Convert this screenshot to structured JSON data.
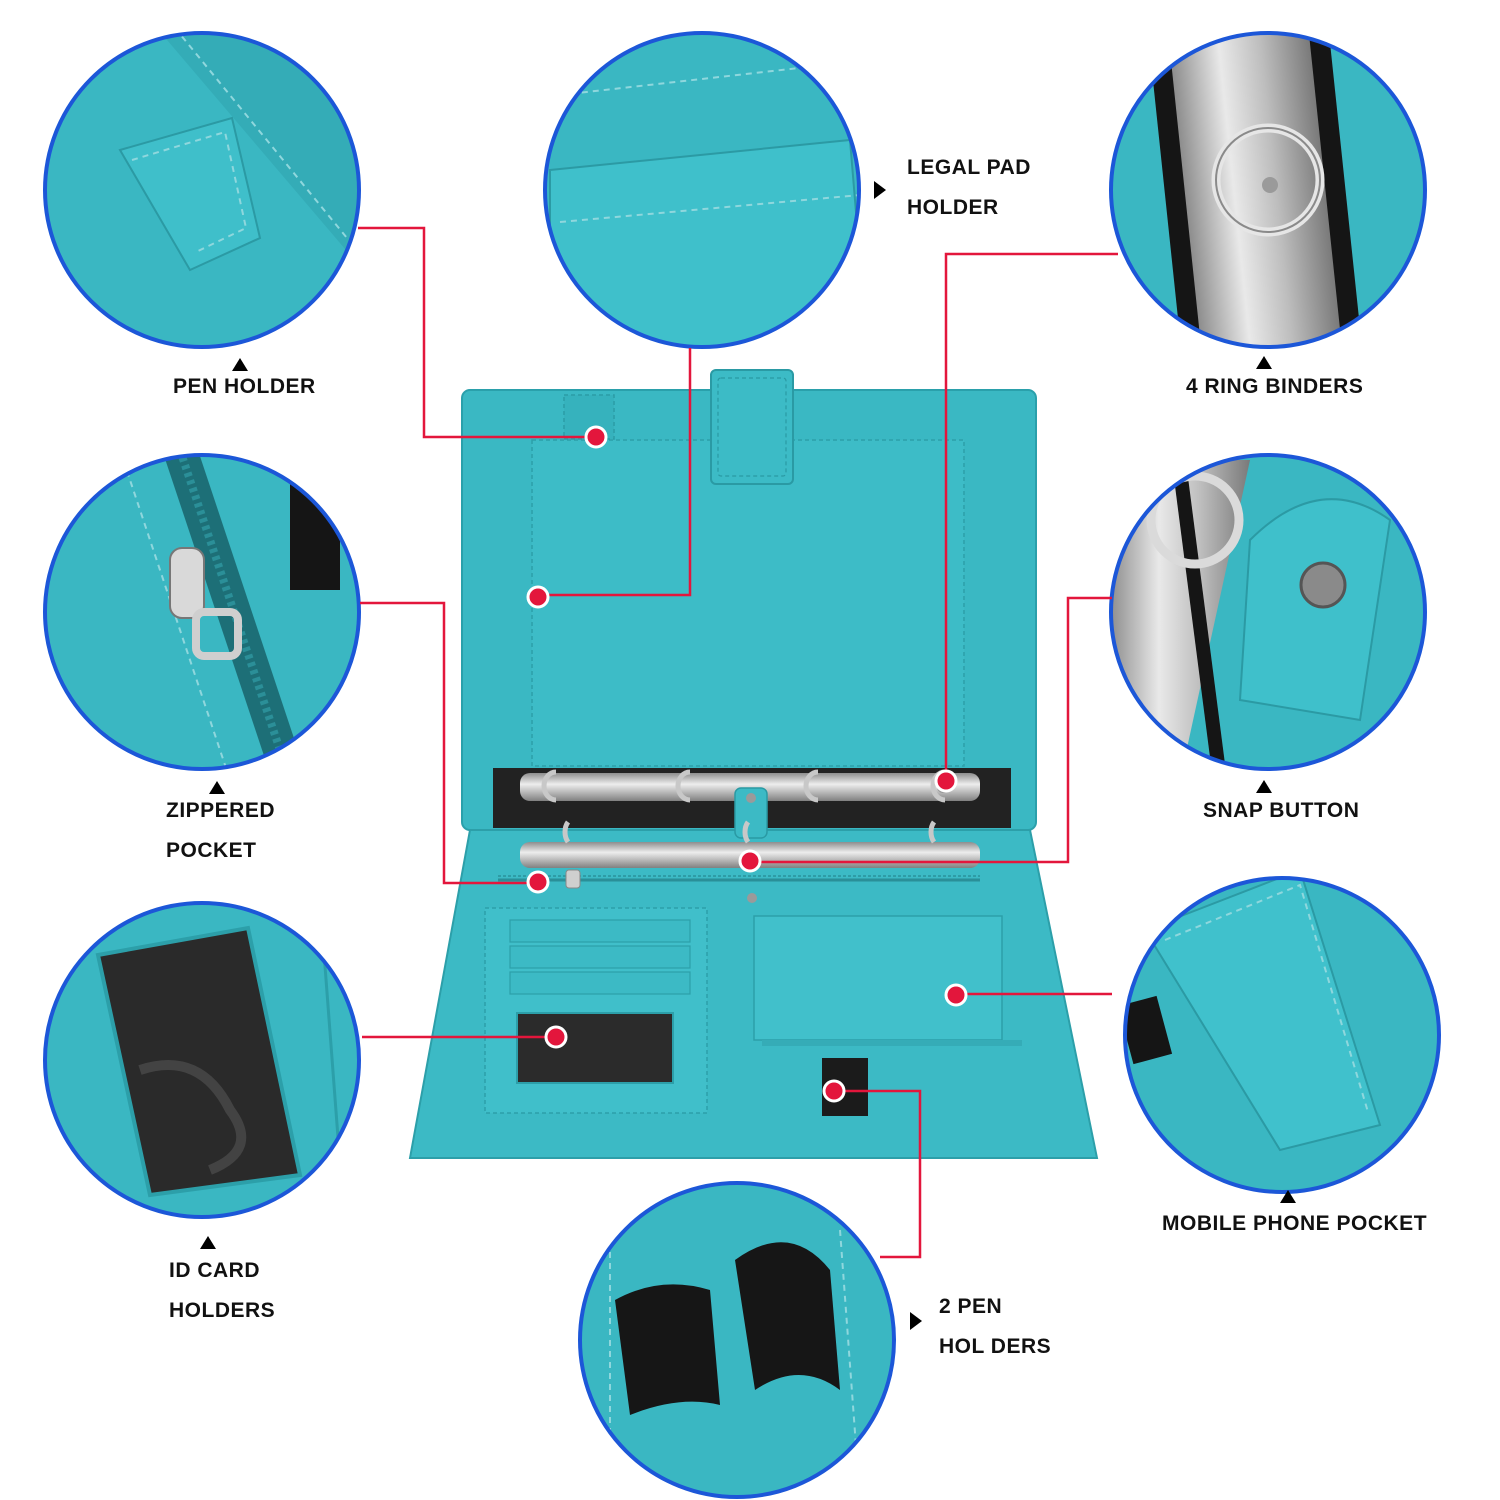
{
  "accent_color": "#3bb9c4",
  "leader_color": "#e3163c",
  "ring_color": "#1c57d8",
  "callouts": {
    "legal_pad": {
      "line1": "LEGAL PAD",
      "line2": "HOLDER",
      "marker": "triangle-right-icon"
    },
    "pen_holder": {
      "line1": "PEN HOLDER",
      "marker": "triangle-up-icon"
    },
    "ring_binders": {
      "line1": "4 RING BINDERS",
      "marker": "triangle-up-icon"
    },
    "zippered_pocket": {
      "line1": "ZIPPERED",
      "line2": "POCKET",
      "marker": "triangle-up-icon"
    },
    "snap_button": {
      "line1": "SNAP BUTTON",
      "marker": "triangle-up-icon"
    },
    "id_card": {
      "line1": "ID CARD",
      "line2": "HOLDERS",
      "marker": "triangle-up-icon"
    },
    "mobile_pocket": {
      "line1": "MOBILE PHONE POCKET",
      "marker": "triangle-up-icon"
    },
    "two_pen": {
      "line1": "2 PEN",
      "line2": "HOL DERS",
      "marker": "triangle-right-icon"
    }
  }
}
